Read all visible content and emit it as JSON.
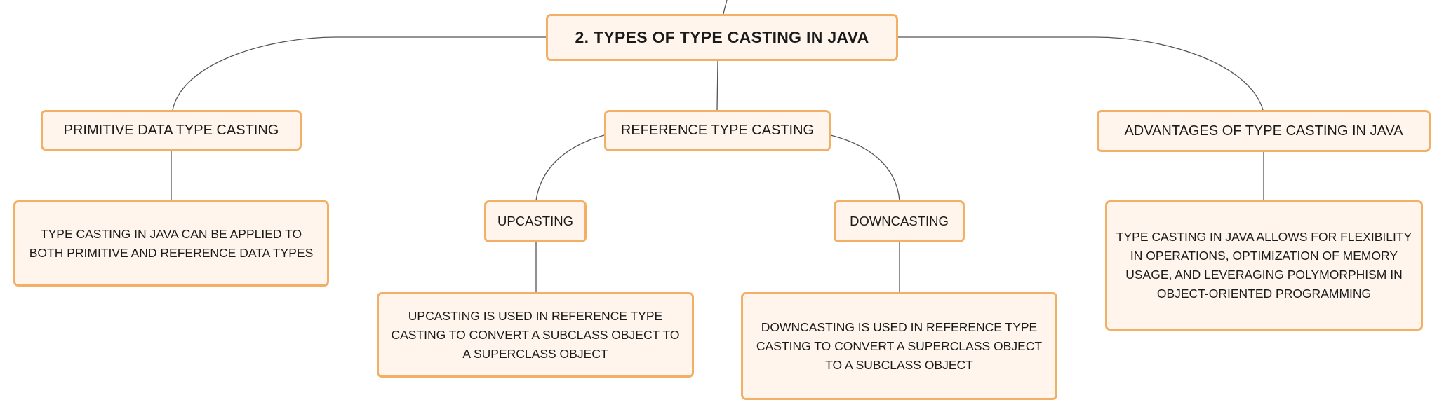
{
  "root": {
    "label": "2. TYPES OF TYPE CASTING IN JAVA"
  },
  "branches": {
    "primitive": {
      "label": "PRIMITIVE DATA TYPE CASTING",
      "note": "TYPE CASTING IN JAVA CAN BE APPLIED TO BOTH PRIMITIVE AND REFERENCE DATA TYPES"
    },
    "reference": {
      "label": "REFERENCE TYPE CASTING",
      "upcasting": {
        "label": "UPCASTING",
        "note": "UPCASTING IS USED IN REFERENCE TYPE CASTING TO CONVERT A SUBCLASS OBJECT TO A SUPERCLASS OBJECT"
      },
      "downcasting": {
        "label": "DOWNCASTING",
        "note": "DOWNCASTING IS USED IN REFERENCE TYPE CASTING TO CONVERT A SUPERCLASS OBJECT TO A SUBCLASS OBJECT"
      }
    },
    "advantages": {
      "label": "ADVANTAGES OF TYPE CASTING IN JAVA",
      "note": "TYPE CASTING IN JAVA ALLOWS FOR FLEXIBILITY IN OPERATIONS, OPTIMIZATION OF MEMORY USAGE, AND LEVERAGING POLYMORPHISM IN OBJECT-ORIENTED PROGRAMMING"
    }
  },
  "colors": {
    "node_fill": "#fff5ec",
    "node_border": "#f2b066",
    "connector": "#555555",
    "text": "#1a1a1a"
  }
}
